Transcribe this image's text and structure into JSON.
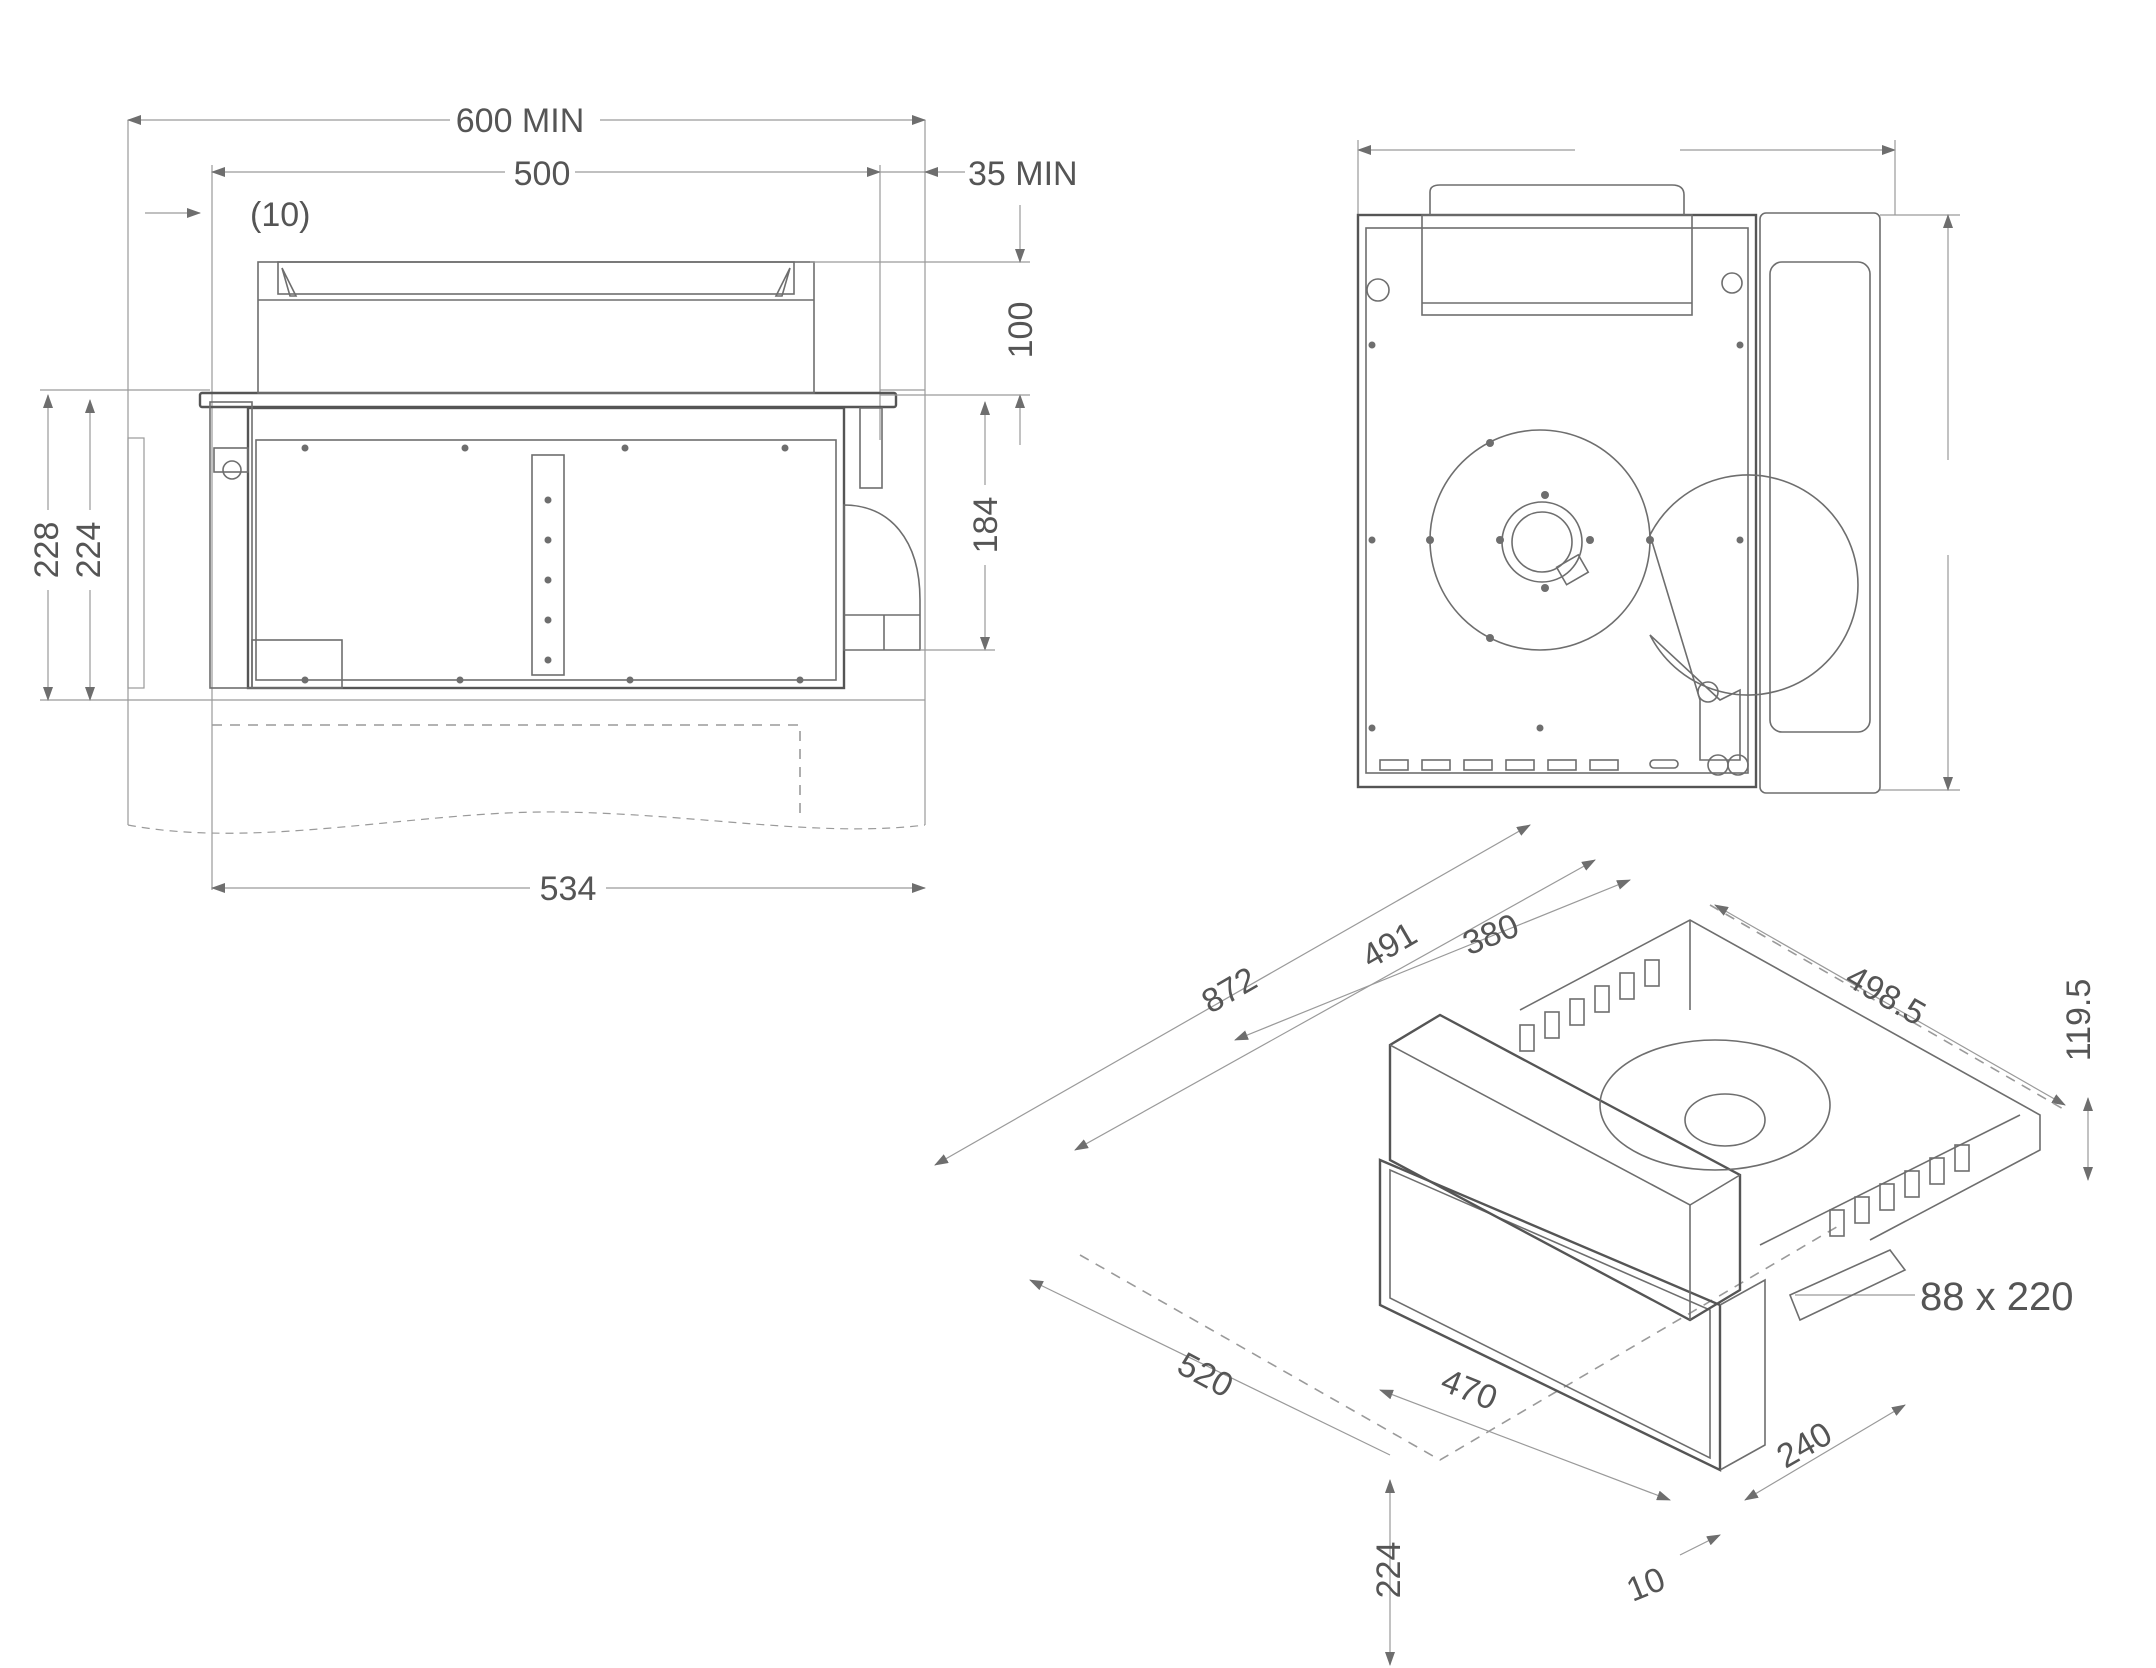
{
  "front_view": {
    "labels": {
      "width_600": "600 MIN",
      "width_500": "500",
      "offset_10": "(10)",
      "gap_35": "35 MIN",
      "height_100": "100",
      "height_228": "228",
      "height_224": "224",
      "height_184": "184",
      "width_534": "534"
    }
  },
  "top_view": {
    "labels": {}
  },
  "iso_view": {
    "labels": {
      "len_872": "872",
      "len_491": "491",
      "len_380": "380",
      "len_498": "498.5",
      "h_1195": "119.5",
      "duct": "88 x 220",
      "len_520": "520",
      "len_470": "470",
      "len_240": "240",
      "h_224": "224",
      "len_10": "10"
    }
  },
  "colors": {
    "line": "#6e6e6e",
    "text": "#555555"
  }
}
